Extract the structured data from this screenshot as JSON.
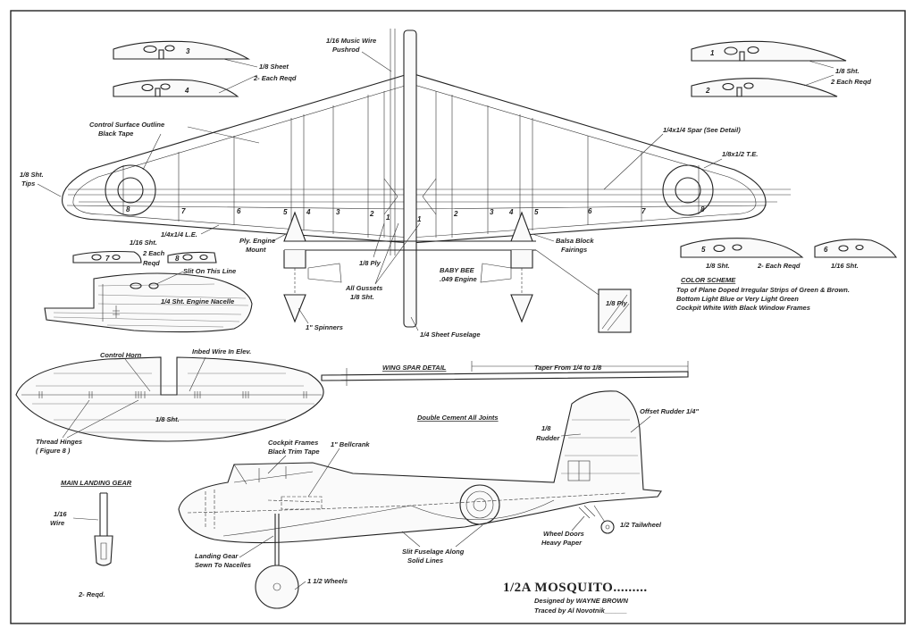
{
  "plan": {
    "title": "1/2A MOSQUITO.........",
    "designed_by": "Designed by  WAYNE BROWN",
    "traced_by": "Traced by  Al Novotnik______"
  },
  "labels": {
    "music_wire": "1/16 Music Wire",
    "pushrod": "Pushrod",
    "sheet_18": "1/8 Sheet",
    "each_reqd_2": "2- Each Reqd",
    "shr_18": "1/8 Sht.",
    "each_reqd_2b": "2 Each Reqd",
    "control_surface_1": "Control Surface Outline",
    "control_surface_2": "Black Tape",
    "spar": "1/4x1/4 Spar (See Detail)",
    "te": "1/8x1/2 T.E.",
    "tips_1": "1/8 Sht.",
    "tips_2": "Tips",
    "le": "1/4x1/4 L.E.",
    "ply_mount_1": "Ply. Engine",
    "ply_mount_2": "Mount",
    "balsa_1": "Balsa Block",
    "balsa_2": "Fairings",
    "sht_116": "1/16 Sht.",
    "each_2": "2 Each",
    "reqd": "Reqd",
    "slit": "Slit On This Line",
    "nacelle": "1/4 Sht. Engine Nacelle",
    "ply_18": "1/8 Ply",
    "gussets_1": "All Gussets",
    "gussets_2": "1/8 Sht.",
    "baby_bee_1": "BABY BEE",
    "baby_bee_2": ".049 Engine",
    "spinners": "1\" Spinners",
    "fuselage_sheet": "1/4 Sheet Fuselage",
    "ply_box": "1/8 Ply",
    "rib5": "1/8 Sht.",
    "rib5_reqd": "2- Each Reqd",
    "rib6": "1/16 Sht.",
    "color_title": "COLOR SCHEME",
    "color_1": "Top of Plane Doped Irregular Strips of Green & Brown.",
    "color_2": "Bottom  Light Blue or Very Light Green",
    "color_3": "Cockpit  White With Black Window Frames",
    "control_horn": "Control Horn",
    "inbed_wire": "Inbed Wire In Elev.",
    "elev_sht": "1/8 Sht.",
    "hinges_1": "Thread Hinges",
    "hinges_2": "( Figure 8 )",
    "spar_detail": "WING  SPAR DETAIL",
    "taper": "Taper From 1/4 to 1/8",
    "cement": "Double Cement All Joints",
    "rudder_1": "1/8",
    "rudder_2": "Rudder",
    "offset_rudder": "Offset Rudder 1/4\"",
    "cockpit_1": "Cockpit Frames",
    "cockpit_2": "Black Trim Tape",
    "bellcrank": "1\" Bellcrank",
    "landing_title": "MAIN LANDING GEAR",
    "wire_1": "1/16",
    "wire_2": "Wire",
    "gear_reqd": "2- Reqd.",
    "landing_1": "Landing Gear",
    "landing_2": "Sewn To Nacelles",
    "wheels": "1 1/2 Wheels",
    "slit_fus_1": "Slit Fuselage Along",
    "slit_fus_2": "Solid Lines",
    "doors_1": "Wheel Doors",
    "doors_2": "Heavy Paper",
    "tailwheel": "1/2 Tailwheel"
  },
  "rib_numbers": {
    "r1": "1",
    "r2": "2",
    "r3": "3",
    "r4": "4",
    "r5": "5",
    "r6": "6",
    "r7": "7",
    "r8": "8",
    "p1": "1",
    "p2": "2",
    "p3": "3",
    "p4": "4",
    "p5": "5",
    "p6": "6",
    "p7": "7"
  }
}
